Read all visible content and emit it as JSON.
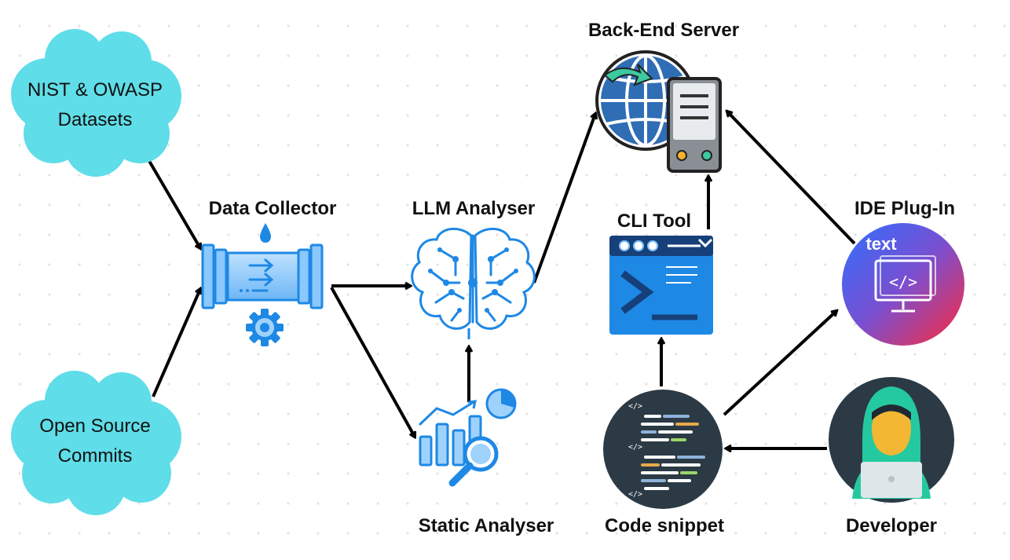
{
  "sources": {
    "nist_line1": "NIST & OWASP",
    "nist_line2": "Datasets",
    "commits_line1": "Open Source",
    "commits_line2": "Commits"
  },
  "nodes": {
    "data_collector": "Data Collector",
    "llm_analyser": "LLM Analyser",
    "static_analyser": "Static Analyser",
    "backend_server": "Back-End  Server",
    "cli_tool": "CLI Tool",
    "ide_plugin": "IDE Plug-In",
    "ide_badge_text": "text",
    "code_snippet": "Code snippet",
    "developer": "Developer"
  },
  "colors": {
    "cloud": "#5fdde8",
    "icon_blue": "#1e88e5",
    "icon_light": "#9fd2fb",
    "arrow": "#000000"
  }
}
